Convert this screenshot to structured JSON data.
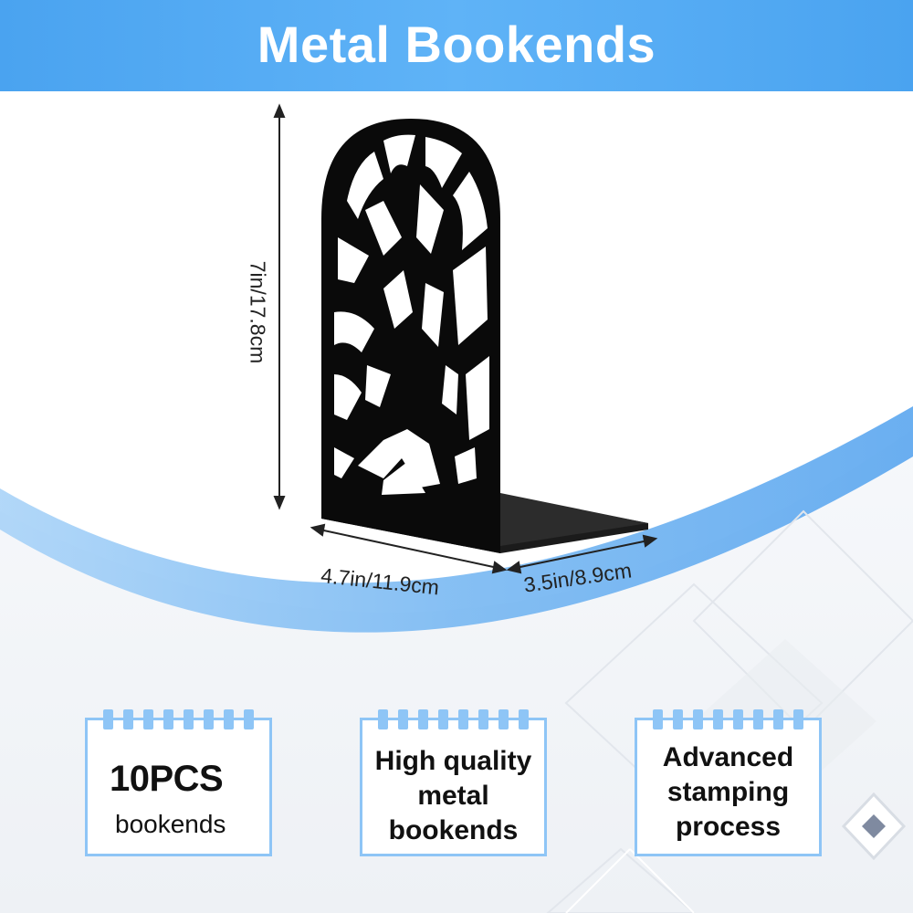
{
  "header": {
    "title": "Metal Bookends",
    "color": "#4aa3f0"
  },
  "product": {
    "icon": "tree-bookend-icon",
    "color": "#0a0a0a"
  },
  "dimensions": {
    "height": "7in/17.8cm",
    "width": "4.7in/11.9cm",
    "depth": "3.5in/8.9cm"
  },
  "features": [
    {
      "main": "10PCS",
      "sub": "bookends"
    },
    {
      "lines": [
        "High quality",
        "metal",
        "bookends"
      ]
    },
    {
      "lines": [
        "Advanced",
        "stamping",
        "process"
      ]
    }
  ],
  "colors": {
    "card_border": "#8ec5f6",
    "arc": "#6aaef0"
  }
}
